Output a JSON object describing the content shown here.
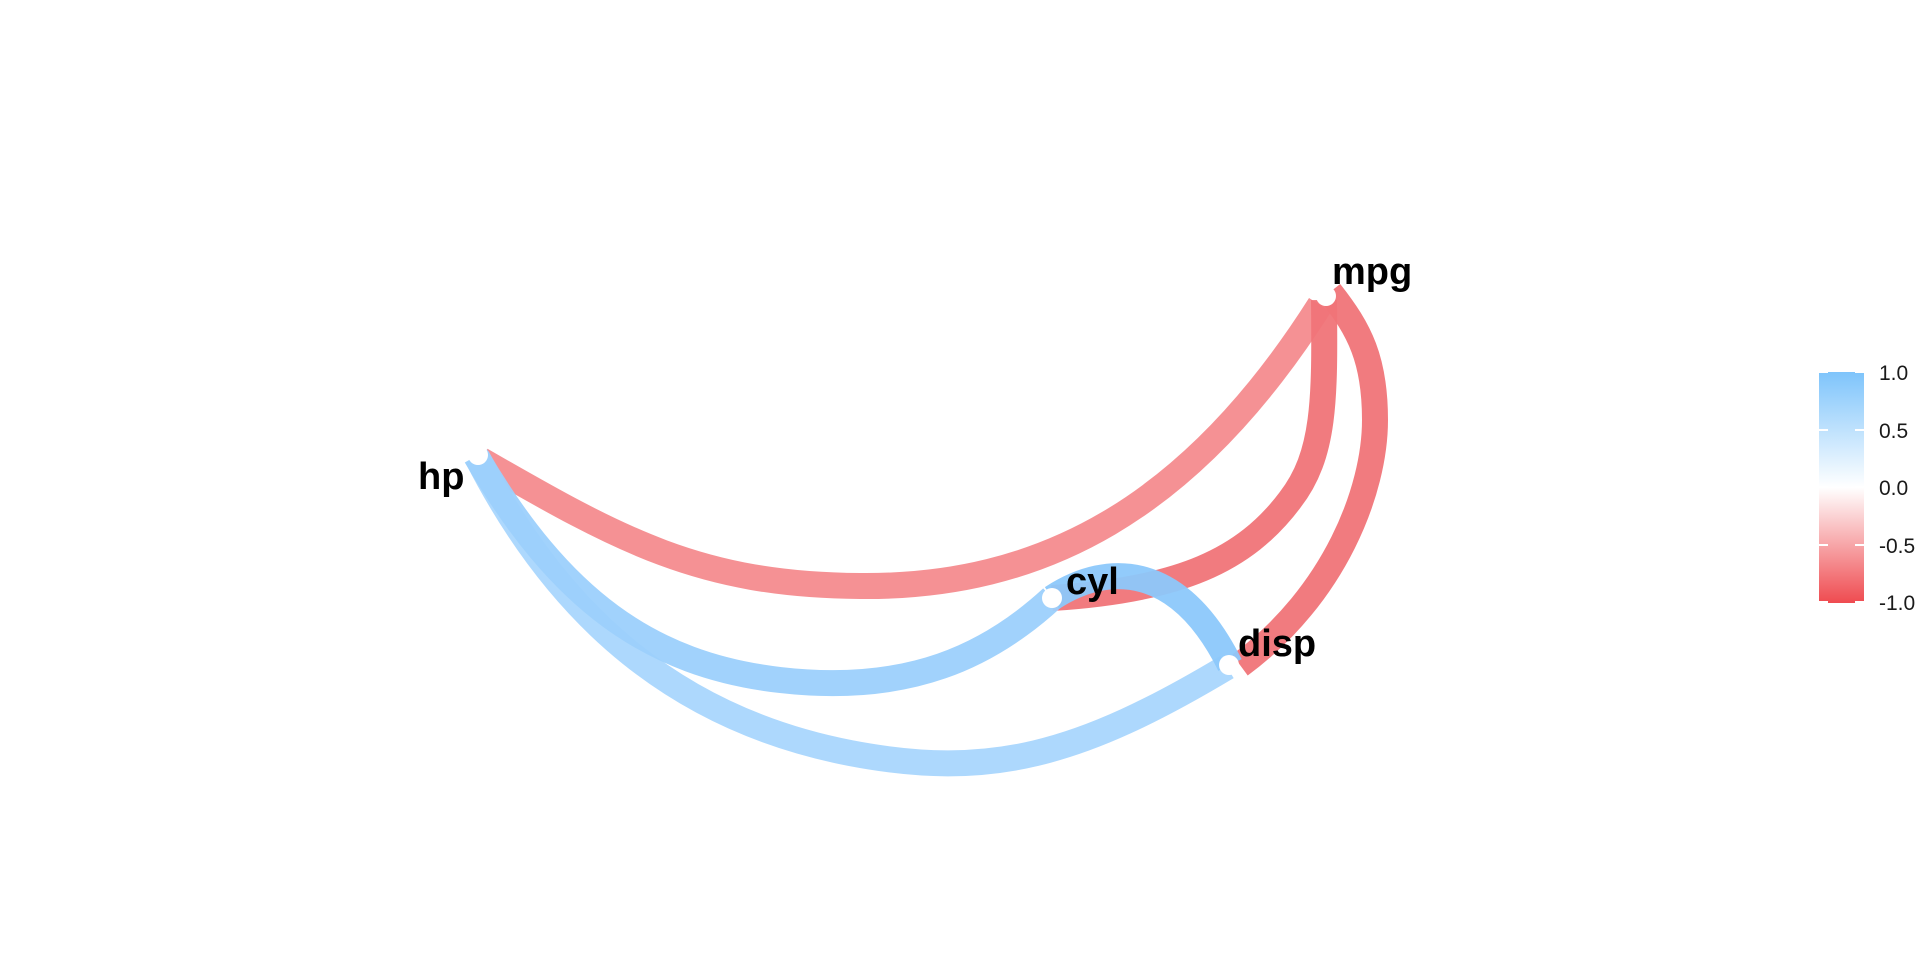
{
  "diagram": {
    "type": "correlation-network",
    "nodes": [
      {
        "id": "mpg",
        "label": "mpg"
      },
      {
        "id": "hp",
        "label": "hp"
      },
      {
        "id": "cyl",
        "label": "cyl"
      },
      {
        "id": "disp",
        "label": "disp"
      }
    ],
    "edges": [
      {
        "from": "hp",
        "to": "mpg",
        "correlation": -0.78
      },
      {
        "from": "cyl",
        "to": "mpg",
        "correlation": -0.85
      },
      {
        "from": "disp",
        "to": "mpg",
        "correlation": -0.85
      },
      {
        "from": "hp",
        "to": "cyl",
        "correlation": 0.83
      },
      {
        "from": "hp",
        "to": "disp",
        "correlation": 0.79
      },
      {
        "from": "cyl",
        "to": "disp",
        "correlation": 0.9
      }
    ]
  },
  "legend": {
    "range": [
      -1,
      1
    ],
    "ticks": [
      "1.0",
      "0.5",
      "0.0",
      "-0.5",
      "-1.0"
    ],
    "colors": {
      "positive": "#7EC4FB",
      "neutral": "#FFFFFF",
      "negative": "#EF4B50"
    }
  }
}
